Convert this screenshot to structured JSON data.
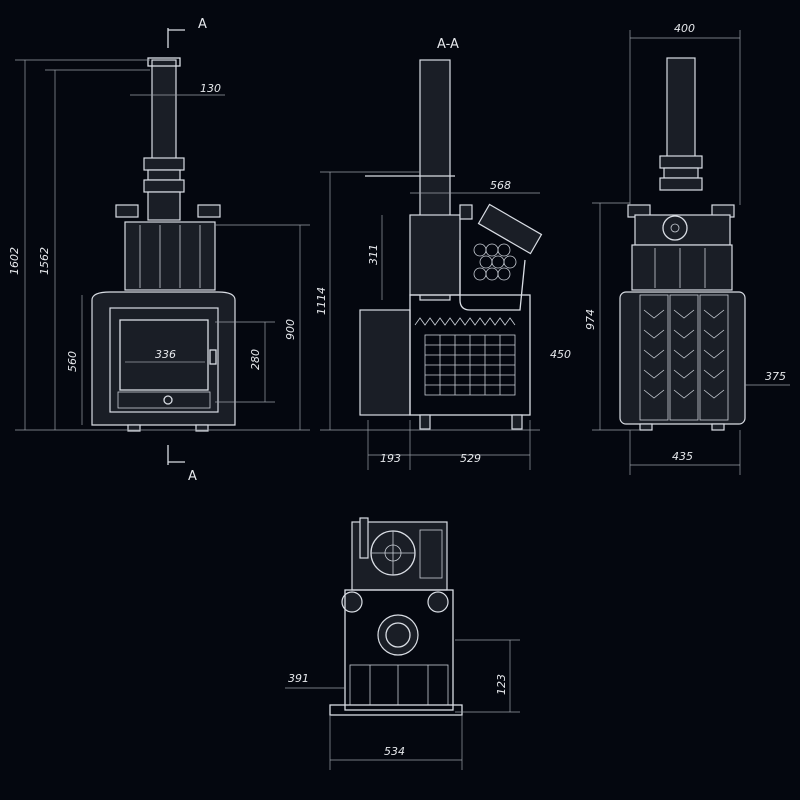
{
  "title": "A-A",
  "section_marks": {
    "top": "A",
    "bottom": "A"
  },
  "front_view": {
    "d_total_height": "1602",
    "d_height_2": "1562",
    "d_chimney": "130",
    "d_body_height": "560",
    "d_door_width": "336",
    "d_door_height": "280",
    "d_box_height": "900"
  },
  "section_view": {
    "d_height": "1114",
    "d_width_top": "568",
    "d_tank_height": "311",
    "d_side": "450",
    "d_front_depth": "193",
    "d_depth": "529"
  },
  "side_view": {
    "d_top_width": "400",
    "d_height": "974",
    "d_side": "375",
    "d_bottom_width": "435"
  },
  "top_view": {
    "d_left": "391",
    "d_right": "123",
    "d_width": "534"
  },
  "colors": {
    "background": "#04070f",
    "lines": "#d9dde4"
  }
}
